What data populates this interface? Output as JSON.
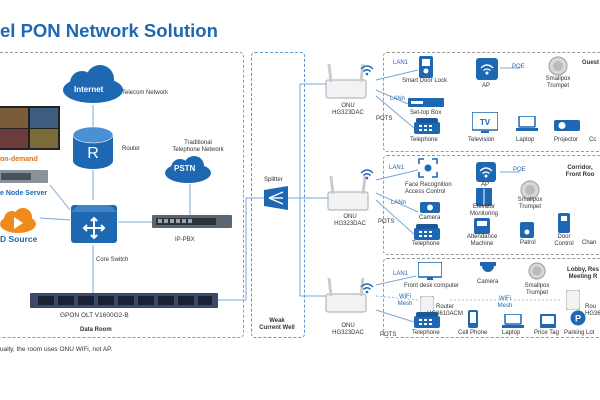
{
  "title": "el PON Network Solution",
  "footnote": "ually, the room uses ONU WiFi, not AP.",
  "left": {
    "internet": "Internet",
    "telecom_network": "Telecom Network",
    "router": "Router",
    "pstn": "PSTN",
    "traditional_telephone_network": "Traditional\nTelephone Network",
    "ip_pbx": "IP-PBX",
    "core_switch": "Core Switch",
    "olt": "GPON OLT V1600G2-B",
    "on_demand": "on-demand",
    "node_server": "e Node Server",
    "source": "D Source",
    "data_room": "Data Room"
  },
  "middle": {
    "splitter": "Splitter",
    "weak_current_well": "Weak\nCurrent Well"
  },
  "rows": [
    {
      "onu": "ONU\nHG323DAC",
      "lan1": "LAN1",
      "lann": "LANn",
      "pots": "POTS",
      "poe": "POE",
      "area": "Guest",
      "devices": [
        "Smart Door Lock",
        "AP",
        "Smallpox\nTrumpet",
        "Set-top Box",
        "Telephone",
        "Television",
        "Laptop",
        "Projector",
        "Cc"
      ]
    },
    {
      "onu": "ONU\nHG323DAC",
      "lan1": "LAN1",
      "lann": "LANn",
      "pots": "POTS",
      "poe": "POE",
      "area": "Corridor,\nFront Roo",
      "devices": [
        "Face Recognition\nAccess Control",
        "AP",
        "Elevator\nMonitoring",
        "Smallpox\nTrumpet",
        "Camera",
        "Telephone",
        "Attendance\nMachine",
        "Patrol",
        "Door\nControl",
        "Chan"
      ]
    },
    {
      "onu": "ONU\nHG323DAC",
      "lan1": "LAN1",
      "wifi_mesh": "WiFi\nMesh",
      "pots": "POTS",
      "area": "Lobby, Res\nMeeting R",
      "router_label": "Router\nHG3610ACM",
      "router_label_right": "Rou\nHG361",
      "devices": [
        "Front desk computer",
        "Camera",
        "Smallpox\nTrumpet",
        "Telephone",
        "Cell Phone",
        "Laptop",
        "Price Tag",
        "Parking Lot"
      ]
    }
  ]
}
